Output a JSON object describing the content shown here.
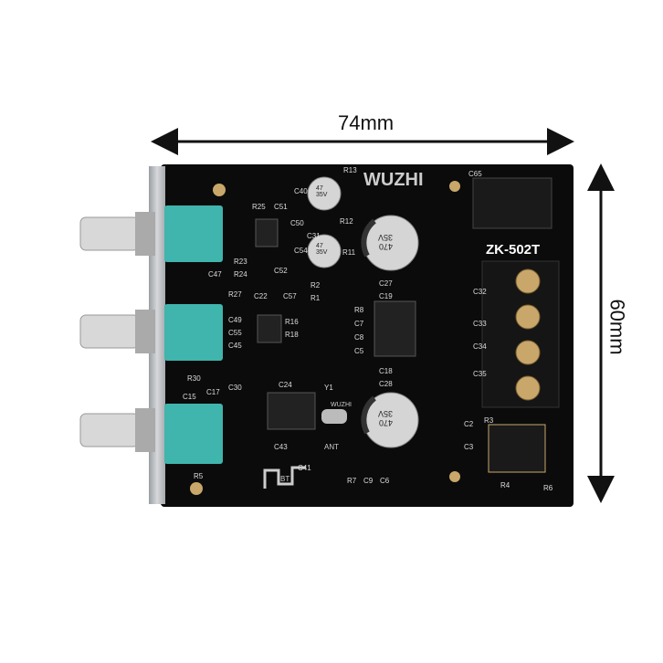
{
  "dimensions": {
    "width_label": "74mm",
    "height_label": "60mm"
  },
  "board": {
    "brand": "WUZHI",
    "model": "ZK-502T",
    "cap_large_label": "470\n35V",
    "cap_small_label": "47\n35V",
    "chip_label": "WUZHI",
    "bt_label": "BT",
    "ant_label": "ANT",
    "silk_labels": [
      "R13",
      "C40",
      "C65",
      "R25",
      "C51",
      "R23",
      "R24",
      "C52",
      "C47",
      "R27",
      "C22",
      "C57",
      "R16",
      "R18",
      "C49",
      "C55",
      "C45",
      "R30",
      "C17",
      "C15",
      "C30",
      "C24",
      "C43",
      "C41",
      "R5",
      "R3",
      "R2",
      "R4",
      "R6",
      "C2",
      "C3",
      "C18",
      "C28",
      "C19",
      "C27",
      "C32",
      "C33",
      "C34",
      "C35",
      "R1",
      "R8",
      "C7",
      "C8",
      "C5",
      "Y1",
      "R11",
      "C54",
      "C50",
      "C31",
      "R12",
      "R7",
      "C9",
      "C6"
    ],
    "colors": {
      "pcb": "#0b0b0b",
      "pot": "#3fb5ad",
      "silk": "#e0e0e0",
      "bracket": "#b9bcc0"
    }
  }
}
